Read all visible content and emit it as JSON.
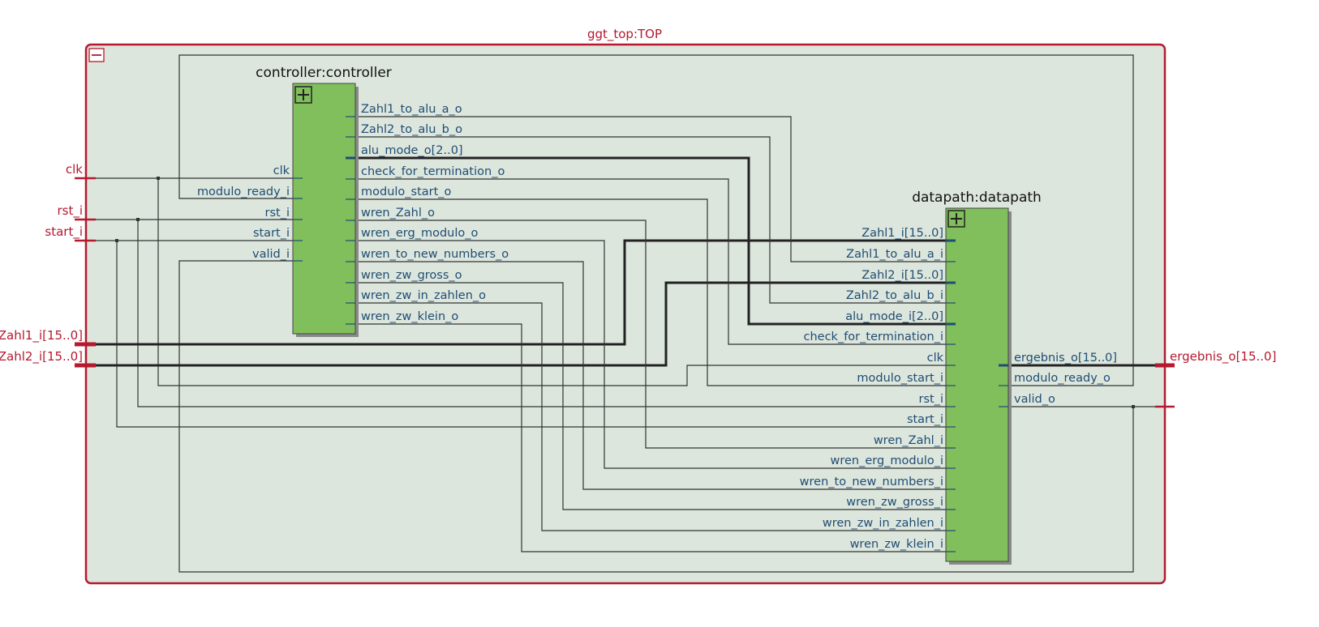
{
  "top": {
    "title": "ggt_top:TOP",
    "collapse_icon": "minus-box-icon"
  },
  "top_inputs": [
    "clk",
    "rst_i",
    "start_i",
    "Zahl1_i[15..0]",
    "Zahl2_i[15..0]"
  ],
  "top_outputs": [
    "ergebnis_o[15..0]"
  ],
  "controller": {
    "title": "controller:controller",
    "expand_icon": "plus-box-icon",
    "inputs": [
      "clk",
      "modulo_ready_i",
      "rst_i",
      "start_i",
      "valid_i"
    ],
    "outputs": [
      "Zahl1_to_alu_a_o",
      "Zahl2_to_alu_b_o",
      "alu_mode_o[2..0]",
      "check_for_termination_o",
      "modulo_start_o",
      "wren_Zahl_o",
      "wren_erg_modulo_o",
      "wren_to_new_numbers_o",
      "wren_zw_gross_o",
      "wren_zw_in_zahlen_o",
      "wren_zw_klein_o"
    ]
  },
  "datapath": {
    "title": "datapath:datapath",
    "expand_icon": "plus-box-icon",
    "inputs": [
      "Zahl1_i[15..0]",
      "Zahl1_to_alu_a_i",
      "Zahl2_i[15..0]",
      "Zahl2_to_alu_b_i",
      "alu_mode_i[2..0]",
      "check_for_termination_i",
      "clk",
      "modulo_start_i",
      "rst_i",
      "start_i",
      "wren_Zahl_i",
      "wren_erg_modulo_i",
      "wren_to_new_numbers_i",
      "wren_zw_gross_i",
      "wren_zw_in_zahlen_i",
      "wren_zw_klein_i"
    ],
    "outputs": [
      "ergebnis_o[15..0]",
      "modulo_ready_o",
      "valid_o"
    ]
  },
  "colors": {
    "frame": "#b5192e",
    "frame_fill": "#dde6dd",
    "block_fill": "#80bf5c",
    "port_text": "#1f4d73",
    "wire": "#333333"
  }
}
